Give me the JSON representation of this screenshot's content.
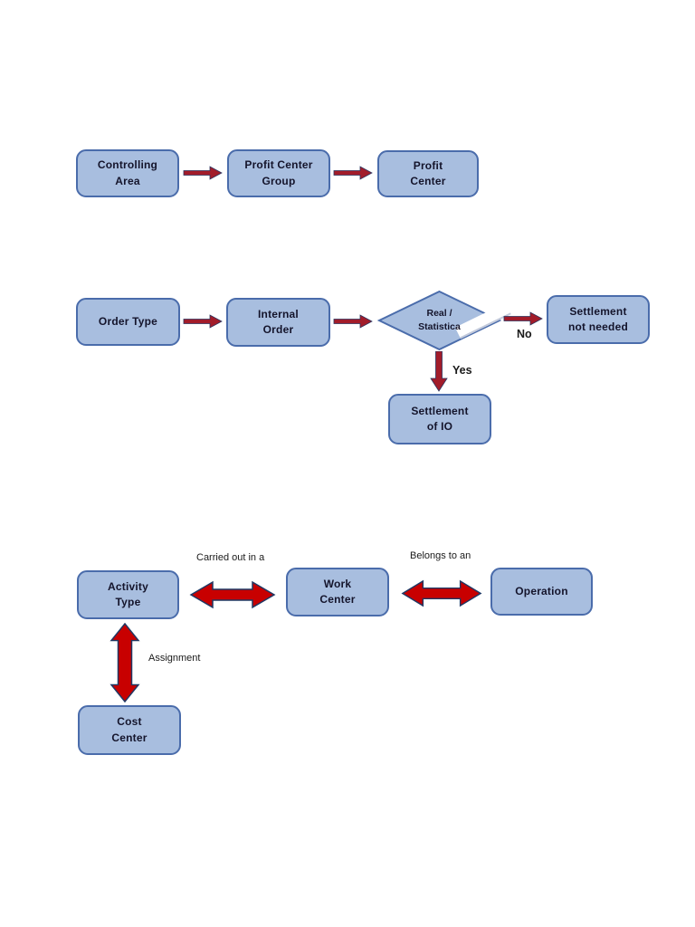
{
  "colors": {
    "page_bg": "#ffffff",
    "node_fill": "#a8bedf",
    "node_border": "#4a6cab",
    "node_text": "#14142b",
    "arrow_single": "#a21c2a",
    "arrow_single_outline": "#2a3560",
    "arrow_double": "#c80000",
    "arrow_double_outline": "#1f3864",
    "label_text": "#1a1a1a"
  },
  "nodes": {
    "controlling_area": "Controlling\nArea",
    "profit_center_group": "Profit Center\nGroup",
    "profit_center": "Profit\nCenter",
    "order_type": "Order Type",
    "internal_order": "Internal\nOrder",
    "real_statistica": "Real /\nStatistica",
    "settlement_not_needed": "Settlement\nnot needed",
    "settlement_of_io": "Settlement\nof IO",
    "activity_type": "Activity\nType",
    "work_center": "Work\nCenter",
    "operation": "Operation",
    "cost_center": "Cost\nCenter"
  },
  "edges": [
    {
      "from": "controlling_area",
      "to": "profit_center_group",
      "type": "arrow",
      "label": ""
    },
    {
      "from": "profit_center_group",
      "to": "profit_center",
      "type": "arrow",
      "label": ""
    },
    {
      "from": "order_type",
      "to": "internal_order",
      "type": "arrow",
      "label": ""
    },
    {
      "from": "internal_order",
      "to": "real_statistica",
      "type": "arrow",
      "label": ""
    },
    {
      "from": "real_statistica",
      "to": "settlement_not_needed",
      "type": "arrow",
      "label": "No"
    },
    {
      "from": "real_statistica",
      "to": "settlement_of_io",
      "type": "arrow",
      "label": "Yes"
    },
    {
      "from": "activity_type",
      "to": "work_center",
      "type": "double-arrow",
      "label": "Carried out in a"
    },
    {
      "from": "work_center",
      "to": "operation",
      "type": "double-arrow",
      "label": "Belongs to an"
    },
    {
      "from": "activity_type",
      "to": "cost_center",
      "type": "double-arrow",
      "label": "Assignment"
    }
  ]
}
